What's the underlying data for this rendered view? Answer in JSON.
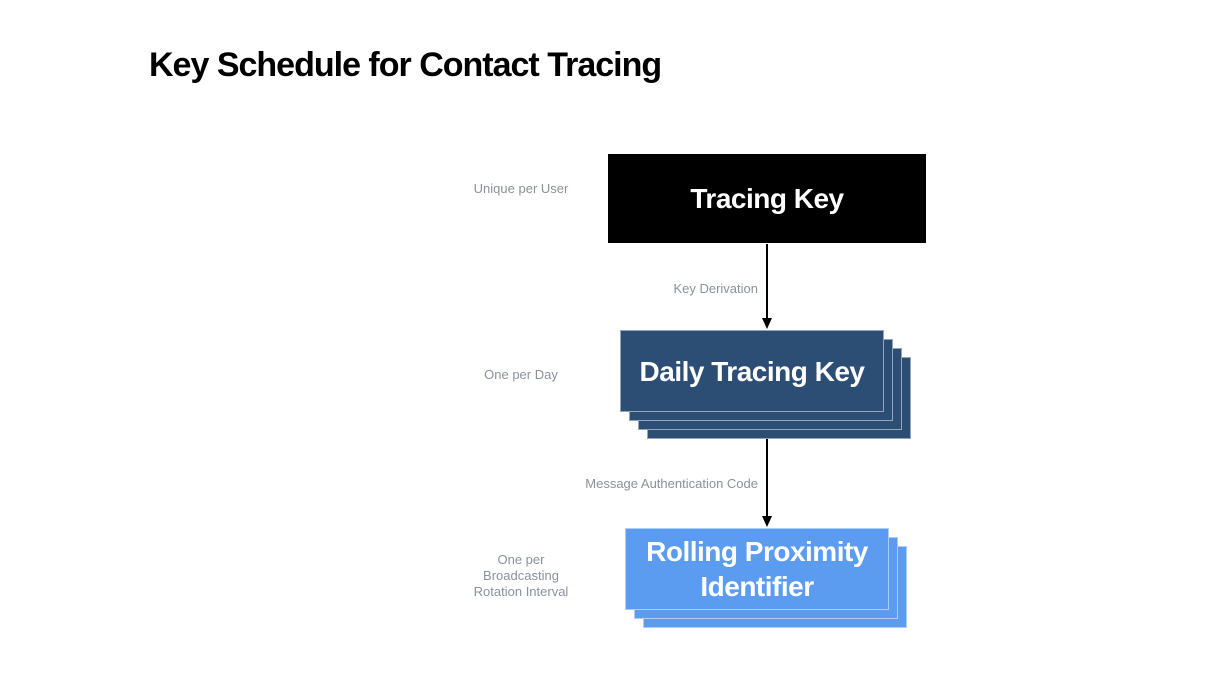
{
  "title": "Key Schedule for Contact Tracing",
  "nodes": [
    {
      "id": "tracing-key",
      "label": "Tracing Key",
      "side_label": "Unique per User",
      "stack_count": 1,
      "bg_color": "#000000",
      "text_color": "#FFFFFF"
    },
    {
      "id": "daily-tracing-key",
      "label": "Daily Tracing Key",
      "side_label": "One per Day",
      "stack_count": 4,
      "bg_color": "#2C4D74",
      "text_color": "#FFFFFF"
    },
    {
      "id": "rolling-proximity-identifier",
      "label": "Rolling Proximity Identifier",
      "side_label": "One per Broadcasting Rotation Interval",
      "stack_count": 3,
      "bg_color": "#5C9CF0",
      "text_color": "#FFFFFF"
    }
  ],
  "edges": [
    {
      "from": "tracing-key",
      "to": "daily-tracing-key",
      "label": "Key Derivation"
    },
    {
      "from": "daily-tracing-key",
      "to": "rolling-proximity-identifier",
      "label": "Message Authentication Code"
    }
  ],
  "colors": {
    "background": "#FFFFFF",
    "title_text": "#000000",
    "side_label_text": "#8B919D",
    "edge_label_text": "#8B919D",
    "arrow": "#000000",
    "node_text": "#FFFFFF"
  }
}
